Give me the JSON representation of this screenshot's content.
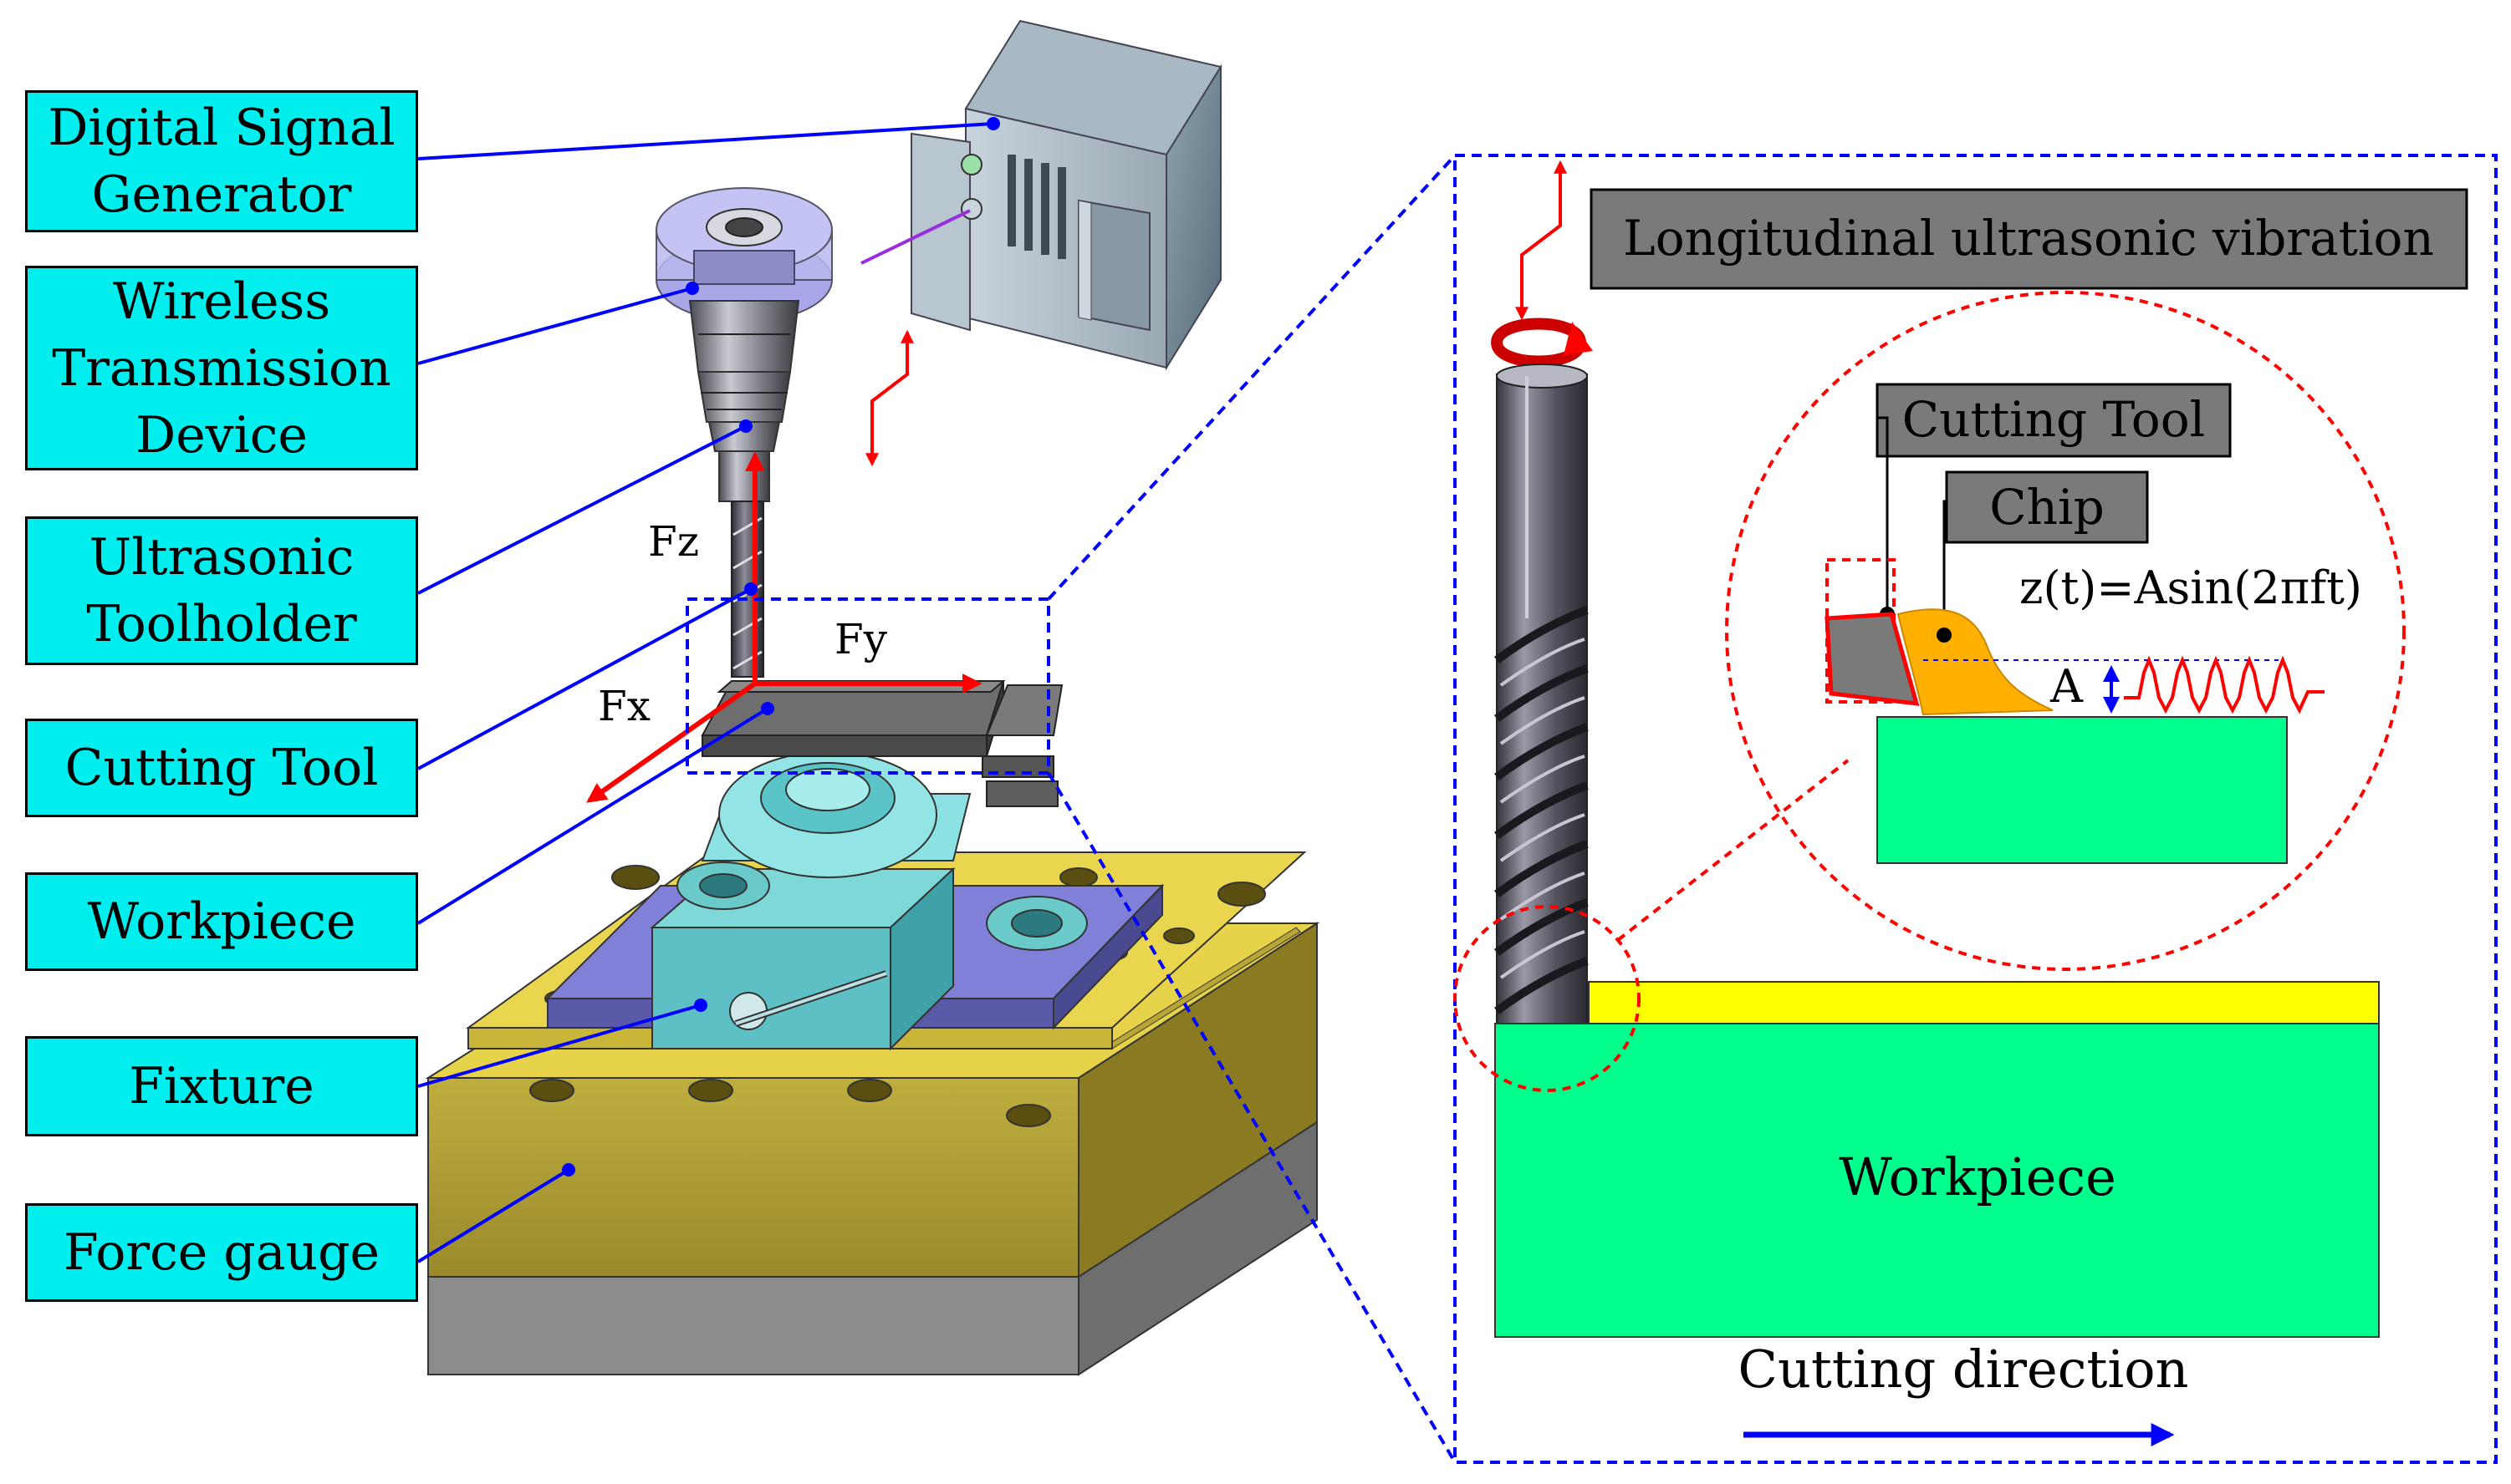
{
  "labels": {
    "digital_signal_generator": [
      "Digital Signal",
      "Generator"
    ],
    "wireless_transmission_device": [
      "Wireless",
      "Transmission",
      "Device"
    ],
    "ultrasonic_toolholder": [
      "Ultrasonic",
      "Toolholder"
    ],
    "cutting_tool": "Cutting Tool",
    "workpiece": "Workpiece",
    "fixture": "Fixture",
    "force_gauge": "Force gauge"
  },
  "forces": {
    "fz": "Fz",
    "fy": "Fy",
    "fx": "Fx"
  },
  "detail": {
    "vibration_label": "Longitudinal ultrasonic vibration",
    "cutting_tool": "Cutting Tool",
    "chip": "Chip",
    "equation": "z(t)=Asin(2πft)",
    "amplitude": "A",
    "workpiece": "Workpiece",
    "cutting_direction": "Cutting direction"
  },
  "colors": {
    "label_fill": "#00eeee",
    "leader_line": "#0000ff",
    "force_arrow": "#ff0000",
    "workpiece_green": "#00ff8c",
    "chip_orange": "#ffb000",
    "top_strip": "#ffff00",
    "dark_box": "#777777",
    "force_gauge": "#b8a43a"
  }
}
